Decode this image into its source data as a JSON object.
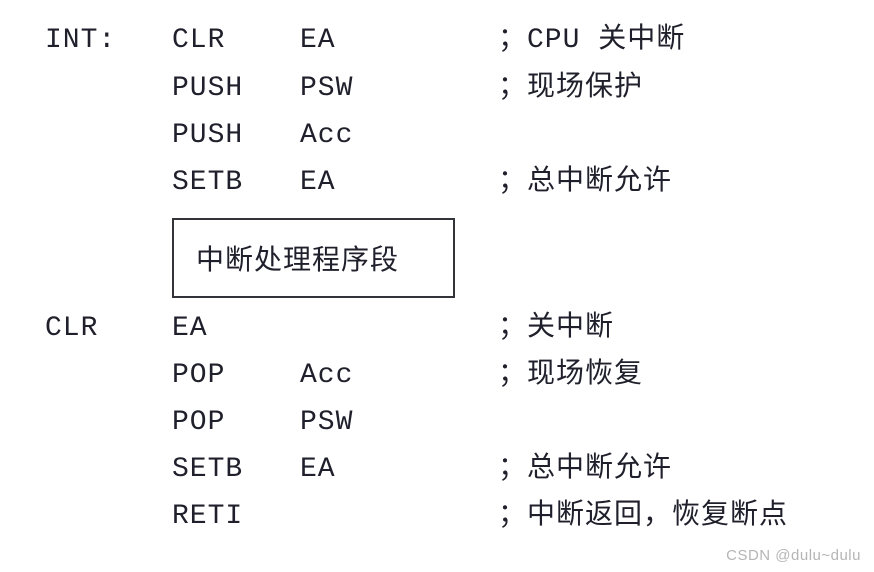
{
  "page": {
    "background": "#ffffff",
    "text_color": "#20202c",
    "box_border_color": "#33333a",
    "watermark_color": "#b5b5b5",
    "watermark": "CSDN @dulu~dulu"
  },
  "code": {
    "language": "8051-assembly",
    "lines": [
      {
        "label": "INT:",
        "op": "CLR",
        "operand": "EA",
        "comment": "；CPU 关中断"
      },
      {
        "label": "",
        "op": "PUSH",
        "operand": "PSW",
        "comment": "；现场保护"
      },
      {
        "label": "",
        "op": "PUSH",
        "operand": "Acc",
        "comment": ""
      },
      {
        "label": "",
        "op": "SETB",
        "operand": "EA",
        "comment": "；总中断允许"
      },
      {
        "label": "CLR",
        "op": "EA",
        "operand": "",
        "comment": "；关中断"
      },
      {
        "label": "",
        "op": "POP",
        "operand": "Acc",
        "comment": "；现场恢复"
      },
      {
        "label": "",
        "op": "POP",
        "operand": "PSW",
        "comment": ""
      },
      {
        "label": "",
        "op": "SETB",
        "operand": "EA",
        "comment": "；总中断允许"
      },
      {
        "label": "",
        "op": "RETI",
        "operand": "",
        "comment": "；中断返回，恢复断点"
      }
    ],
    "box_label": "中断处理程序段"
  }
}
